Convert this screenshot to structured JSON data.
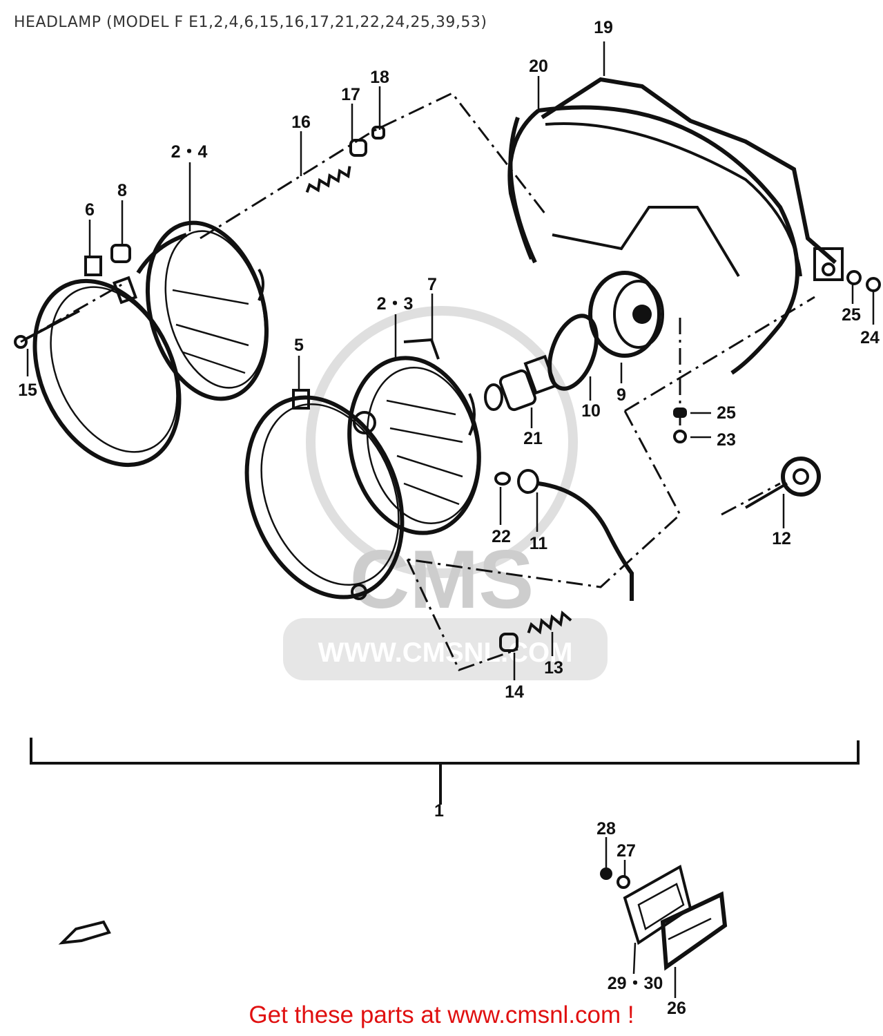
{
  "title": "HEADLAMP (MODEL F E1,2,4,6,15,16,17,21,22,24,25,39,53)",
  "footer": "Get these parts at www.cmsnl.com !",
  "watermark": {
    "brand": "CMS",
    "url": "WWW.CMSNL.COM"
  },
  "callouts": {
    "p1": "1",
    "p2_3": "2・3",
    "p2_4": "2・4",
    "p5": "5",
    "p6": "6",
    "p7": "7",
    "p8": "8",
    "p9": "9",
    "p10": "10",
    "p11": "11",
    "p12": "12",
    "p13": "13",
    "p14": "14",
    "p15": "15",
    "p16": "16",
    "p17": "17",
    "p18": "18",
    "p19": "19",
    "p20": "20",
    "p21": "21",
    "p22": "22",
    "p23": "23",
    "p24": "24",
    "p25a": "25",
    "p25b": "25",
    "p26": "26",
    "p27": "27",
    "p28": "28",
    "p29_30": "29・30"
  },
  "colors": {
    "line": "#111111",
    "footer": "#e01010",
    "watermark": "#c8c8c8",
    "title": "#333333"
  }
}
